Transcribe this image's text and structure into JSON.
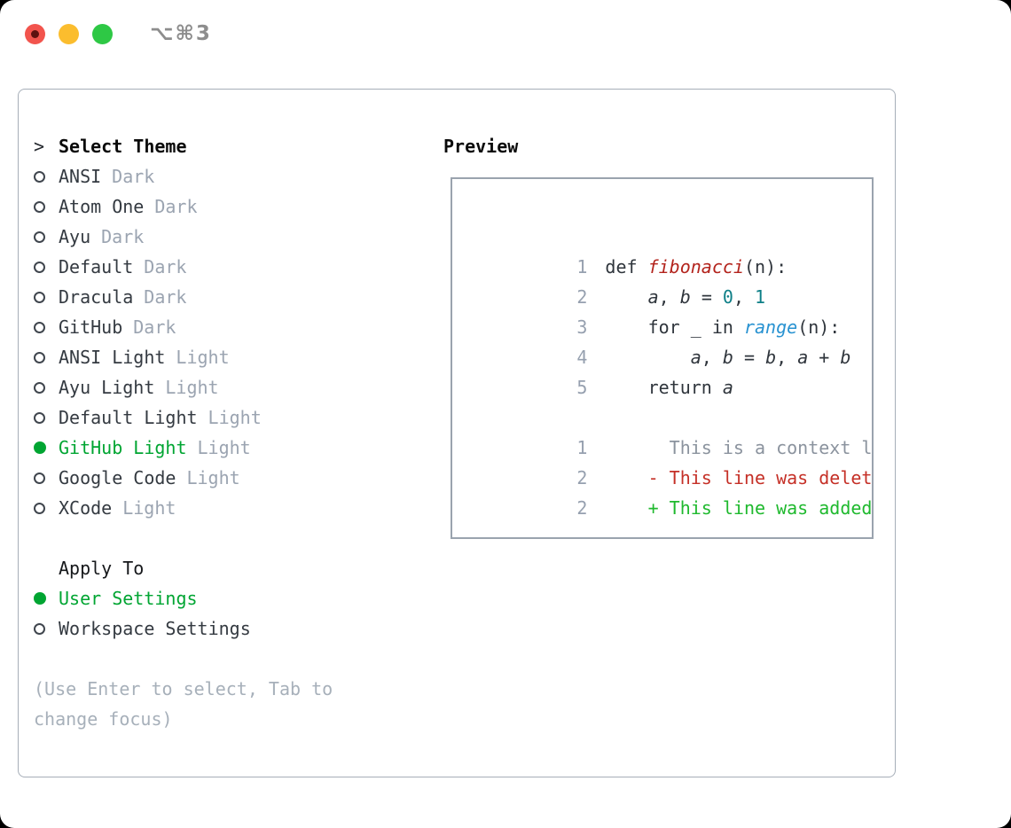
{
  "window": {
    "title": "⌥⌘3"
  },
  "theme_panel": {
    "header_cursor": ">",
    "header": "Select Theme",
    "items": [
      {
        "name": "ANSI",
        "tag": "Dark",
        "selected": false
      },
      {
        "name": "Atom One",
        "tag": "Dark",
        "selected": false
      },
      {
        "name": "Ayu",
        "tag": "Dark",
        "selected": false
      },
      {
        "name": "Default",
        "tag": "Dark",
        "selected": false
      },
      {
        "name": "Dracula",
        "tag": "Dark",
        "selected": false
      },
      {
        "name": "GitHub",
        "tag": "Dark",
        "selected": false
      },
      {
        "name": "ANSI Light",
        "tag": "Light",
        "selected": false
      },
      {
        "name": "Ayu Light",
        "tag": "Light",
        "selected": false
      },
      {
        "name": "Default Light",
        "tag": "Light",
        "selected": false
      },
      {
        "name": "GitHub Light",
        "tag": "Light",
        "selected": true
      },
      {
        "name": "Google Code",
        "tag": "Light",
        "selected": false
      },
      {
        "name": "XCode",
        "tag": "Light",
        "selected": false
      }
    ]
  },
  "apply_panel": {
    "header": "Apply To",
    "items": [
      {
        "name": "User Settings",
        "selected": true
      },
      {
        "name": "Workspace Settings",
        "selected": false
      }
    ]
  },
  "help": {
    "lines": [
      "(Use Enter to select, Tab to",
      "change focus)"
    ]
  },
  "preview": {
    "header": "Preview",
    "code_lines": [
      {
        "no": "1",
        "tokens": [
          {
            "t": "def ",
            "c": "code"
          },
          {
            "t": "fibonacci",
            "c": "func"
          },
          {
            "t": "(n):",
            "c": "code"
          }
        ]
      },
      {
        "no": "2",
        "tokens": [
          {
            "t": "    ",
            "c": "code"
          },
          {
            "t": "a",
            "c": "var"
          },
          {
            "t": ", ",
            "c": "code"
          },
          {
            "t": "b",
            "c": "var"
          },
          {
            "t": " = ",
            "c": "code"
          },
          {
            "t": "0",
            "c": "num"
          },
          {
            "t": ", ",
            "c": "code"
          },
          {
            "t": "1",
            "c": "num"
          }
        ]
      },
      {
        "no": "3",
        "tokens": [
          {
            "t": "    for _ in ",
            "c": "code"
          },
          {
            "t": "range",
            "c": "builtin"
          },
          {
            "t": "(n):",
            "c": "code"
          }
        ]
      },
      {
        "no": "4",
        "tokens": [
          {
            "t": "        ",
            "c": "code"
          },
          {
            "t": "a",
            "c": "var"
          },
          {
            "t": ", ",
            "c": "code"
          },
          {
            "t": "b",
            "c": "var"
          },
          {
            "t": " = ",
            "c": "code"
          },
          {
            "t": "b",
            "c": "var"
          },
          {
            "t": ", ",
            "c": "code"
          },
          {
            "t": "a",
            "c": "var"
          },
          {
            "t": " + ",
            "c": "code"
          },
          {
            "t": "b",
            "c": "var"
          }
        ]
      },
      {
        "no": "5",
        "tokens": [
          {
            "t": "    return ",
            "c": "code"
          },
          {
            "t": "a",
            "c": "var"
          }
        ]
      }
    ],
    "diff_lines": [
      {
        "no": "1",
        "tokens": [
          {
            "t": "      This is a context line.",
            "c": "ctx"
          }
        ]
      },
      {
        "no": "2",
        "tokens": [
          {
            "t": "    - This line was deleted.",
            "c": "del"
          }
        ]
      },
      {
        "no": "2",
        "tokens": [
          {
            "t": "    + This line was added.",
            "c": "add"
          }
        ]
      }
    ]
  },
  "colors": {
    "selected_green": "#00a532",
    "added_green": "#1fb92e",
    "deleted_red": "#c53027",
    "context_gray": "#8b939e",
    "function_red": "#b3231c",
    "number_teal": "#0e7f87",
    "builtin_blue": "#2892d1",
    "border_gray": "#a6aeb8",
    "tag_gray": "#9ba4b1",
    "traffic_red": "#f2544d",
    "traffic_yellow": "#fbbd2e",
    "traffic_green": "#2ec845"
  }
}
